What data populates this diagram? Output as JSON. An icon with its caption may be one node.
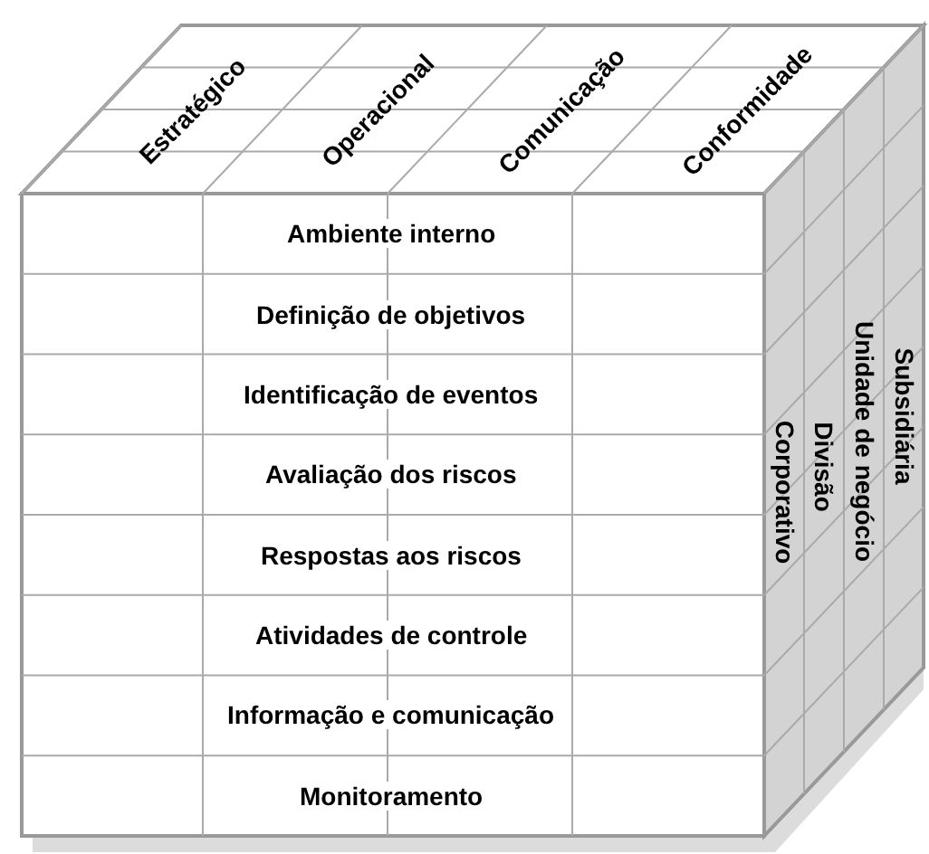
{
  "diagram": {
    "nodes": [
      {
        "text": [
          "Estratégico"
        ]
      },
      {
        "text": [
          "Operacional"
        ]
      },
      {
        "text": [
          "Comunicação"
        ]
      },
      {
        "text": [
          "Conformidade"
        ]
      },
      {
        "text": [
          "Ambiente interno"
        ]
      },
      {
        "text": [
          "Definição de objetivos"
        ]
      },
      {
        "text": [
          "Identificação de eventos"
        ]
      },
      {
        "text": [
          "Avaliação dos riscos"
        ]
      },
      {
        "text": [
          "Respostas aos riscos"
        ]
      },
      {
        "text": [
          "Atividades de controle"
        ]
      },
      {
        "text": [
          "Informação e comunicação"
        ]
      },
      {
        "text": [
          "Monitoramento"
        ]
      },
      {
        "text": [
          "Corporativo"
        ]
      },
      {
        "text": [
          "Divisão"
        ]
      },
      {
        "text": [
          "Unidade de negócio"
        ]
      },
      {
        "text": [
          "Subsidiária"
        ]
      }
    ]
  }
}
